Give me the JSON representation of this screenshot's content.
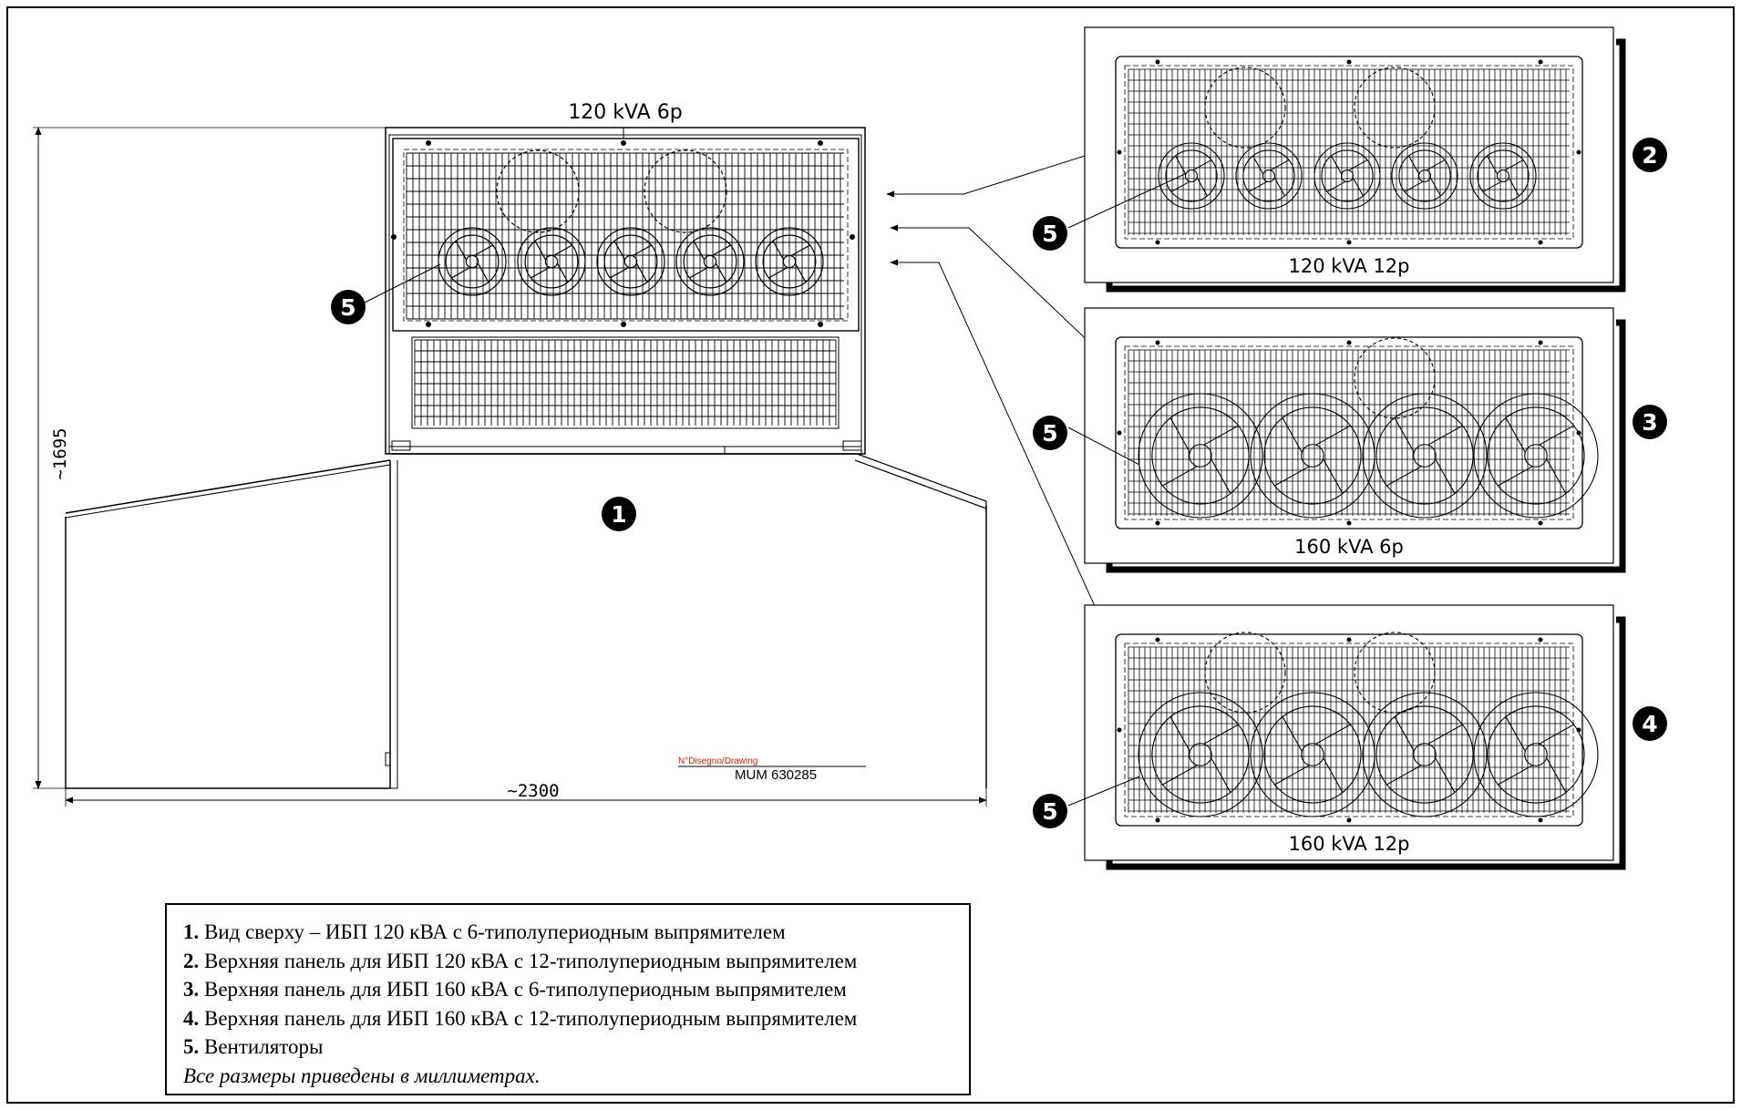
{
  "drawing": {
    "main_view_label": "120 kVA 6p",
    "main_callout": "1",
    "fan_callout": "5",
    "height_dim": "~1695",
    "width_dim": "~2300",
    "drawing_number_label": "N°Disegno/Drawing",
    "drawing_number": "MUM  630285"
  },
  "panels": [
    {
      "label": "120 kVA 12p",
      "callout": "2"
    },
    {
      "label": "160 kVA 6p",
      "callout": "3"
    },
    {
      "label": "160 kVA 12p",
      "callout": "4"
    }
  ],
  "legend": {
    "items": [
      {
        "num": "1.",
        "text": "Вид сверху – ИБП 120 кВА с 6-типолупериодным выпрямителем"
      },
      {
        "num": "2.",
        "text": "Верхняя панель для ИБП 120 кВА с 12-типолупериодным выпрямителем"
      },
      {
        "num": "3.",
        "text": "Верхняя панель для ИБП 160 кВА с 6-типолупериодным выпрямителем"
      },
      {
        "num": "4.",
        "text": "Верхняя панель для ИБП 160 кВА с 12-типолупериодным выпрямителем"
      },
      {
        "num": "5.",
        "text": "Вентиляторы"
      }
    ],
    "note": "Все размеры приведены в миллиметрах."
  }
}
